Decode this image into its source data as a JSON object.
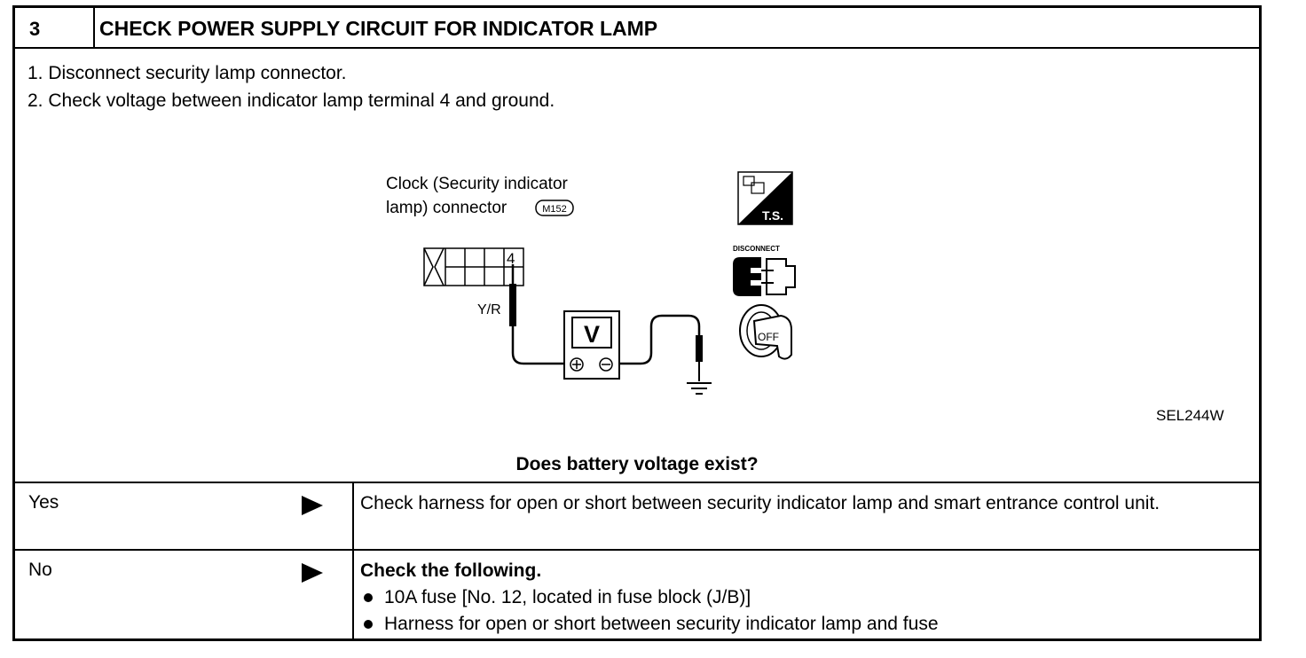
{
  "header": {
    "step_number": "3",
    "title": "CHECK POWER SUPPLY CIRCUIT FOR INDICATOR LAMP"
  },
  "steps": [
    "1.  Disconnect security lamp connector.",
    "2.  Check voltage between indicator lamp terminal 4 and ground."
  ],
  "diagram": {
    "connector_label_line1": "Clock (Security indicator",
    "connector_label_line2": "lamp) connector",
    "connector_code": "M152",
    "terminal": "4",
    "wire_color": "Y/R",
    "meter_symbol": "V",
    "ts_label": "T.S.",
    "disconnect_label": "DISCONNECT",
    "key_label": "OFF",
    "figure_code": "SEL244W"
  },
  "question": "Does battery voltage exist?",
  "answers": {
    "yes": {
      "label": "Yes",
      "result": "Check harness for open or short between security indicator lamp and smart entrance control unit."
    },
    "no": {
      "label": "No",
      "result_heading": "Check the following.",
      "items": [
        "10A fuse [No. 12, located in fuse block (J/B)]",
        "Harness for open or short between security indicator lamp and fuse"
      ]
    }
  }
}
